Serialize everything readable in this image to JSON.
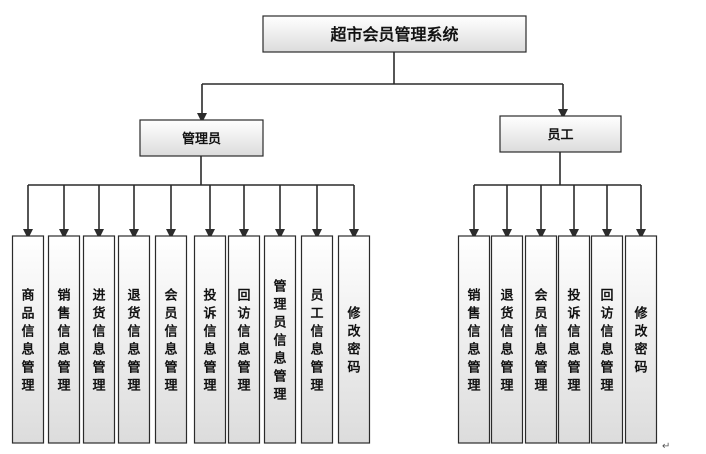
{
  "root": {
    "label": "超市会员管理系统"
  },
  "roles": [
    {
      "label": "管理员",
      "modules": [
        "商品信息管理",
        "销售信息管理",
        "进货信息管理",
        "退货信息管理",
        "会员信息管理",
        "投诉信息管理",
        "回访信息管理",
        "管理员信息管理",
        "员工信息管理",
        "修改密码"
      ]
    },
    {
      "label": "员工",
      "modules": [
        "销售信息管理",
        "退货信息管理",
        "会员信息管理",
        "投诉信息管理",
        "回访信息管理",
        "修改密码"
      ]
    }
  ],
  "paragraph_mark": "↵"
}
